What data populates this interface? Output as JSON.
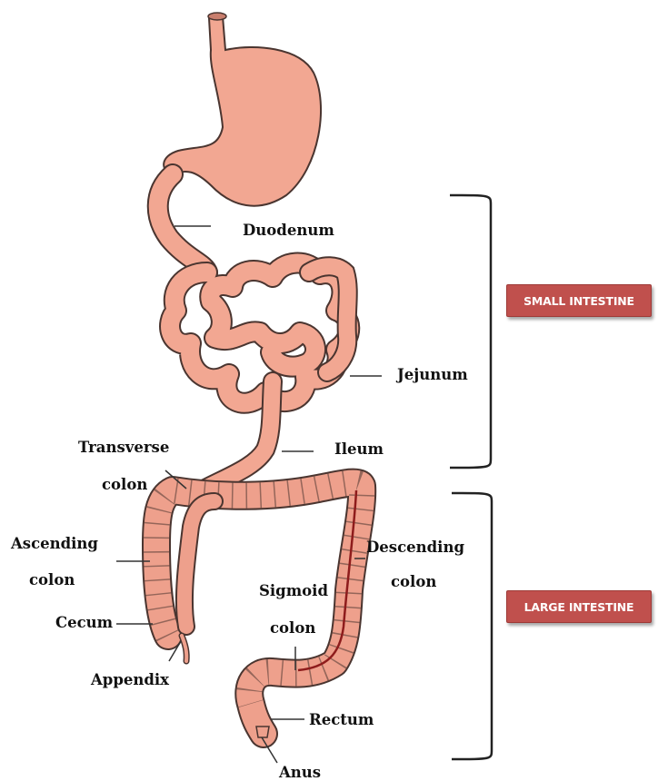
{
  "colors": {
    "organ_fill": "#f2a792",
    "organ_stroke": "#4a3530",
    "colon_fill": "#eea08c",
    "rectum_line": "#8e1c1c",
    "badge_fill": "#c0504d",
    "badge_border": "#9e3a37",
    "bracket": "#222222",
    "leader": "#333333"
  },
  "labels": {
    "duodenum": "Duodenum",
    "jejunum": "Jejunum",
    "ileum": "Ileum",
    "transverse_line1": "Transverse",
    "transverse_line2": "colon",
    "ascending_line1": "Ascending",
    "ascending_line2": "colon",
    "descending_line1": "Descending",
    "descending_line2": "colon",
    "sigmoid_line1": "Sigmoid",
    "sigmoid_line2": "colon",
    "cecum": "Cecum",
    "appendix": "Appendix",
    "rectum": "Rectum",
    "anus": "Anus"
  },
  "groups": {
    "small_intestine": "SMALL INTESTINE",
    "large_intestine": "LARGE INTESTINE"
  }
}
